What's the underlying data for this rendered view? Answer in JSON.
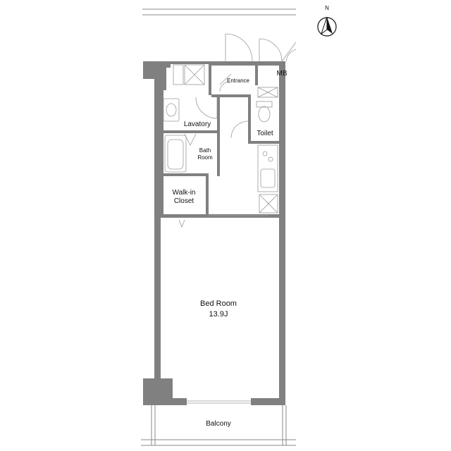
{
  "compass": {
    "north_label": "N"
  },
  "rooms": {
    "entrance": "Entrance",
    "mb": "MB",
    "lavatory": "Lavatory",
    "toilet": "Toilet",
    "bath_line1": "Bath",
    "bath_line2": "Room",
    "closet_line1": "Walk-in",
    "closet_line2": "Closet",
    "bedroom_name": "Bed Room",
    "bedroom_area": "13.9J",
    "balcony": "Balcony"
  },
  "colors": {
    "wall": "#808080",
    "line": "#8a8a8a",
    "text": "#111111"
  }
}
